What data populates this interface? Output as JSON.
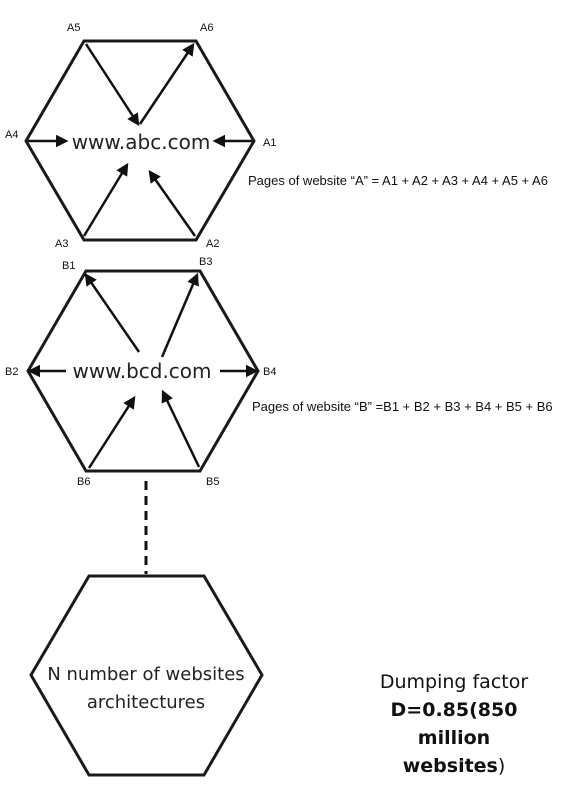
{
  "diagram": {
    "site_a": {
      "title": "www.abc.com",
      "nodes": [
        "A1",
        "A2",
        "A3",
        "A4",
        "A5",
        "A6"
      ],
      "formula": "Pages of website “A” = A1 + A2 + A3 + A4 + A5 + A6"
    },
    "site_b": {
      "title": "www.bcd.com",
      "nodes": [
        "B1",
        "B2",
        "B3",
        "B4",
        "B5",
        "B6"
      ],
      "formula": "Pages of website “B” =B1 + B2 + B3 + B4 + B5 + B6"
    },
    "site_n": {
      "line1": "N number of websites",
      "line2": "architectures"
    },
    "damping": {
      "label": "Dumping factor",
      "value_bold": "D=0.85(850 million websites",
      "close": ")"
    }
  },
  "colors": {
    "stroke": "#1a1a1a",
    "text": "#111111"
  }
}
